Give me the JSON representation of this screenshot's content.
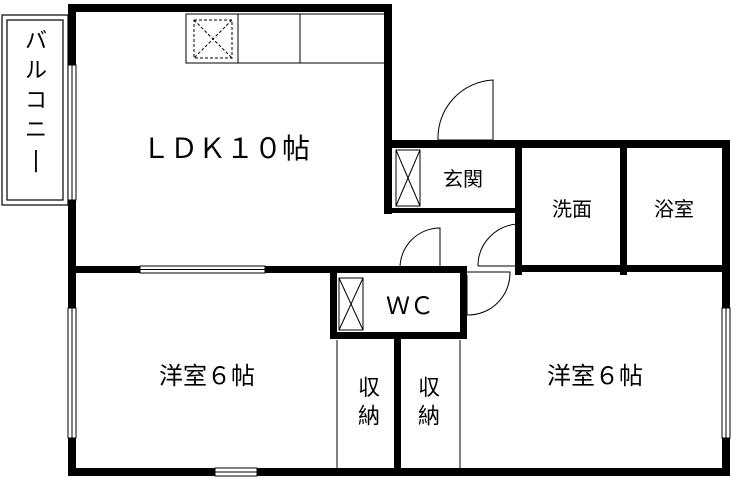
{
  "plan": {
    "rooms": {
      "ldk": "ＬＤＫ１０帖",
      "genkan": "玄関",
      "senmen": "洗面",
      "yokushitsu": "浴室",
      "wc": "ＷＣ",
      "youshitsu_left": "洋室６帖",
      "youshitsu_right": "洋室６帖",
      "shuno_left": "収\n納",
      "shuno_right": "収\n納"
    },
    "balcony": "バルコニー"
  }
}
